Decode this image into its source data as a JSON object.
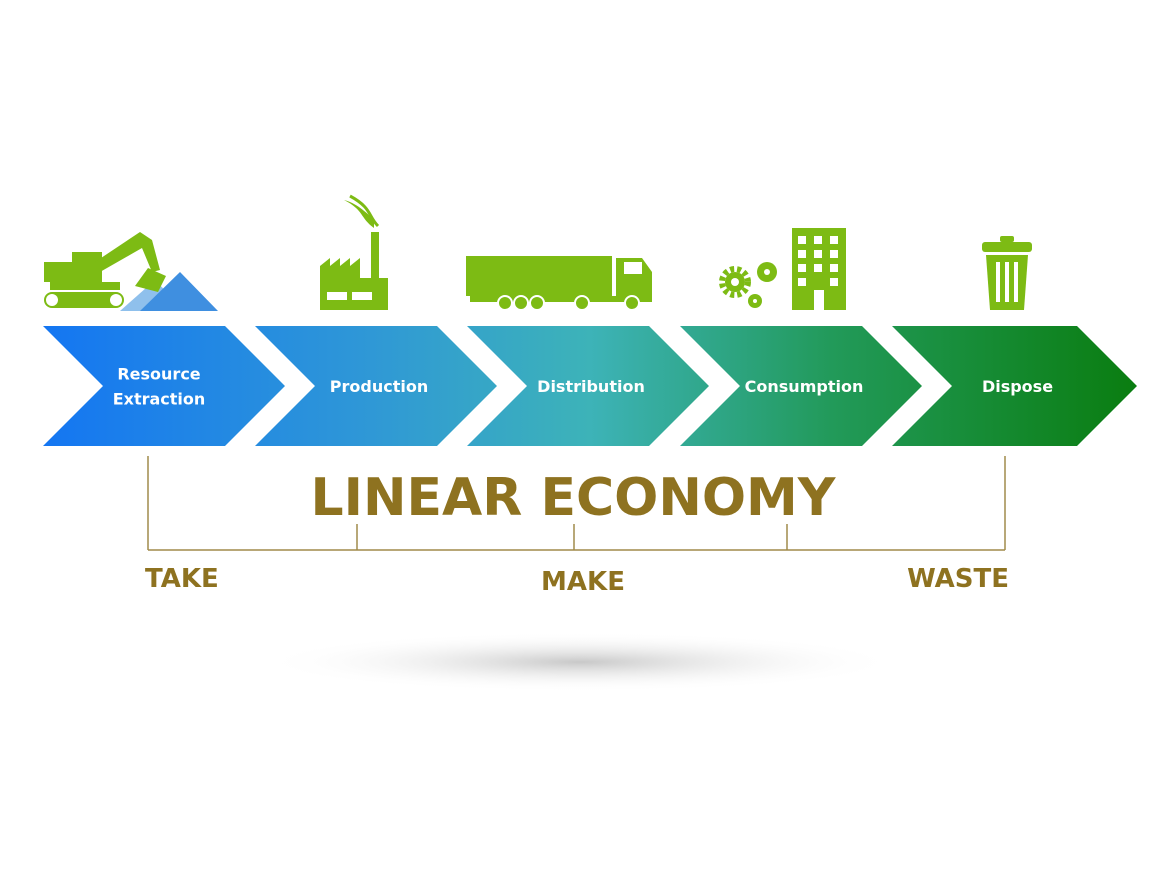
{
  "title": "LINEAR ECONOMY",
  "colors": {
    "icon": "#7dbb14",
    "gold": "#8e7220",
    "start": "#1476f2",
    "end": "#0a7d10"
  },
  "steps": [
    {
      "label_lines": [
        "Resource",
        "Extraction"
      ],
      "icon": "excavator-icon"
    },
    {
      "label_lines": [
        "Production"
      ],
      "icon": "factory-icon"
    },
    {
      "label_lines": [
        "Distribution"
      ],
      "icon": "truck-icon"
    },
    {
      "label_lines": [
        "Consumption"
      ],
      "icon": "gears-building-icon"
    },
    {
      "label_lines": [
        "Dispose"
      ],
      "icon": "trash-can-icon"
    }
  ],
  "phases": {
    "take": "TAKE",
    "make": "MAKE",
    "waste": "WASTE"
  }
}
